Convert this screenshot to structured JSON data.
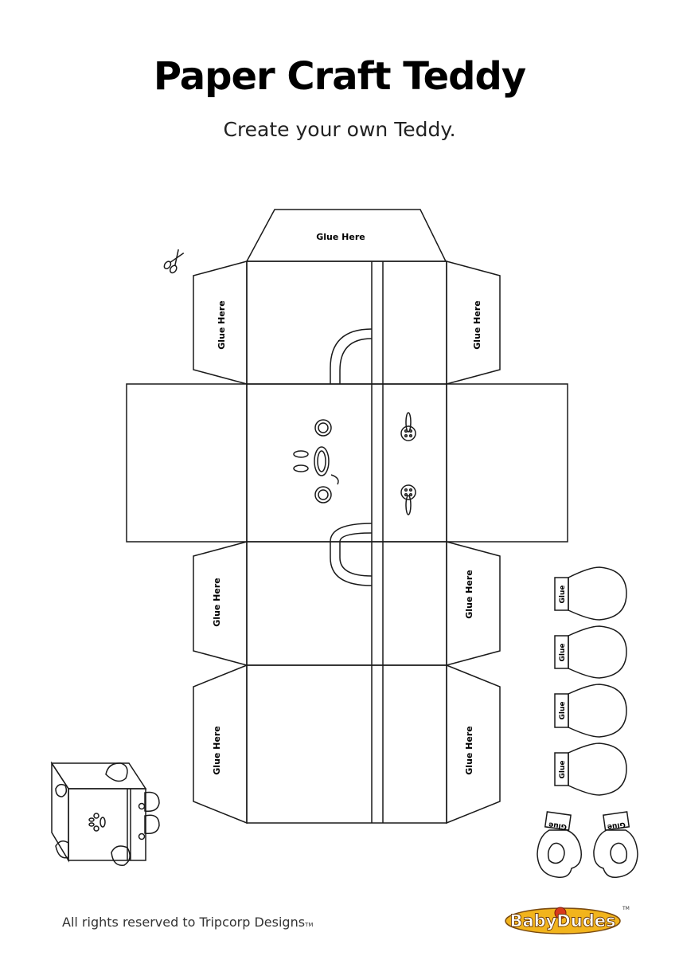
{
  "header": {
    "title": "Paper Craft Teddy",
    "subtitle": "Create your own Teddy."
  },
  "template": {
    "glue_here_label": "Glue Here",
    "glue_label": "Glue"
  },
  "footer": {
    "copyright": "All rights reserved to Tripcorp Designs",
    "trademark": "TM"
  },
  "logo": {
    "text": "BabyDudes",
    "trademark": "TM"
  },
  "colors": {
    "line": "#1a1a1a",
    "logo_fill": "#f2b41c",
    "logo_accent": "#d83a1c"
  }
}
